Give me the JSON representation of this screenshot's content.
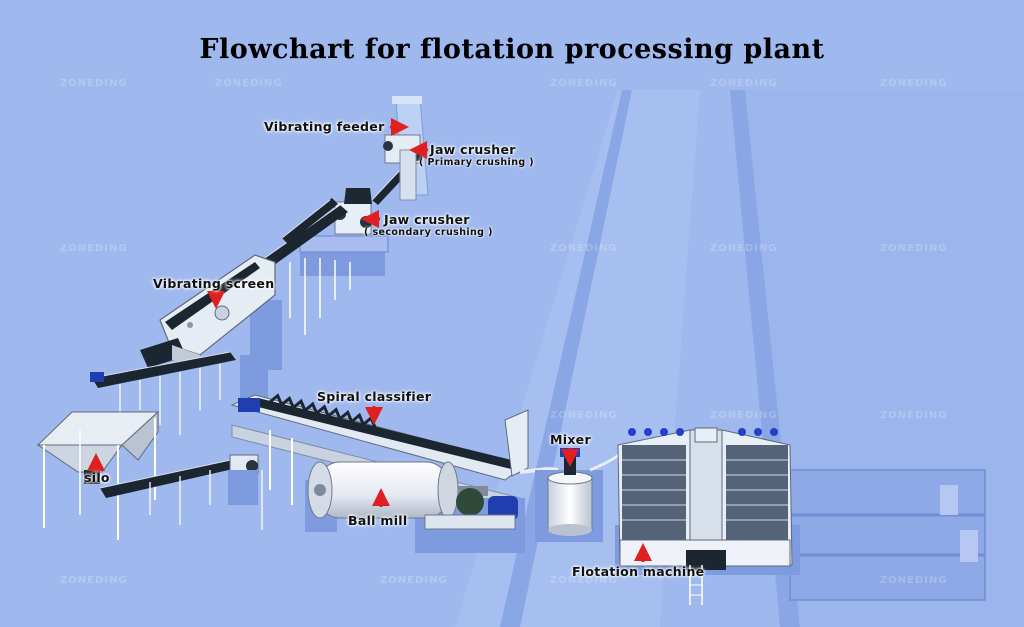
{
  "title": "Flowchart for flotation processing plant",
  "watermark": "ZONEDING",
  "labels": {
    "vibrating_feeder": "Vibrating feeder",
    "jaw_crusher_primary": "Jaw crusher",
    "primary_note": "( Primary crushing )",
    "jaw_crusher_secondary": "Jaw crusher",
    "secondary_note": "( secondary crushing )",
    "vibrating_screen": "Vibrating screen",
    "spiral_classifier": "Spiral classifier",
    "mixer": "Mixer",
    "silo": "silo",
    "ball_mill": "Ball mill",
    "flotation_machine": "Flotation machine"
  },
  "colors": {
    "background": "#9fb8ee",
    "arrow": "#e02020",
    "equipment": "#e8eef6",
    "belt": "#1c2630",
    "motor": "#1f3fb0"
  }
}
